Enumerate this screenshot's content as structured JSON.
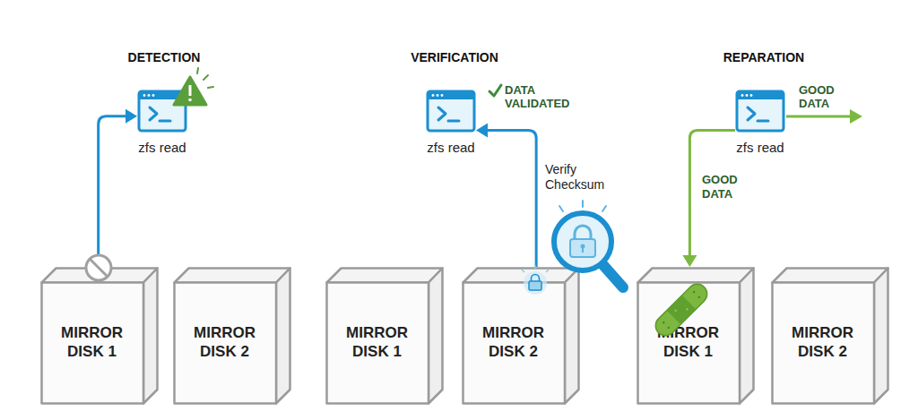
{
  "diagram": {
    "nodes": [
      {
        "text": [
          "zfs read"
        ]
      },
      {
        "text": [
          "MIRROR DISK 1"
        ]
      },
      {
        "text": [
          "MIRROR DISK 2"
        ]
      },
      {
        "text": [
          "zfs read"
        ]
      },
      {
        "text": [
          "MIRROR DISK 1"
        ]
      },
      {
        "text": [
          "MIRROR DISK 2"
        ]
      },
      {
        "text": [
          "zfs read"
        ]
      },
      {
        "text": [
          "MIRROR DISK 1"
        ]
      },
      {
        "text": [
          "MIRROR DISK 2"
        ]
      }
    ],
    "edges": [
      {
        "from": 1,
        "to": 0,
        "arrow": "to"
      },
      {
        "from": 5,
        "to": 3,
        "label": "Verify Checksum",
        "arrow": "to"
      },
      {
        "from": 6,
        "to": 7,
        "label": "GOOD DATA",
        "arrow": "to"
      }
    ],
    "labels": [
      "DETECTION",
      "VERIFICATION",
      "REPARATION",
      "DATA VALIDATED",
      "GOOD DATA"
    ]
  }
}
